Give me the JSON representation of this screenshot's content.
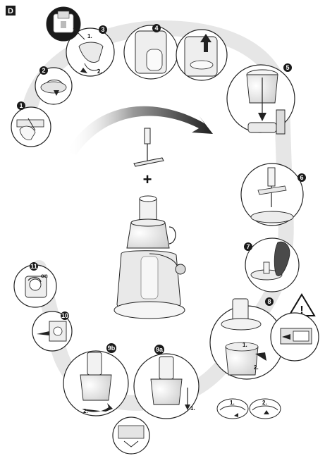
{
  "section_letter": "D",
  "steps": [
    {
      "id": "1",
      "label": "1"
    },
    {
      "id": "2",
      "label": "2"
    },
    {
      "id": "3",
      "label": "3"
    },
    {
      "id": "4",
      "label": "4"
    },
    {
      "id": "5",
      "label": "5"
    },
    {
      "id": "6",
      "label": "6"
    },
    {
      "id": "7",
      "label": "7"
    },
    {
      "id": "8",
      "label": "8"
    },
    {
      "id": "9a",
      "label": "9a"
    },
    {
      "id": "9b",
      "label": "9b"
    },
    {
      "id": "10",
      "label": "10"
    },
    {
      "id": "11",
      "label": "11"
    }
  ],
  "annotations": {
    "step3_first": "1.",
    "step3_second": "2.",
    "step8_first": "1.",
    "step8_second": "2.",
    "step8_sub1": "1.",
    "step8_sub2": "2.",
    "step9a_first": "1.",
    "step9b_second": "2.",
    "on_label": "on",
    "plus": "+",
    "warning_mark": "!"
  },
  "colors": {
    "circle_shade": "#e4e4e4",
    "badge": "#1a1a1a",
    "arrow_dark": "#2b2b2b",
    "line": "#222222"
  }
}
